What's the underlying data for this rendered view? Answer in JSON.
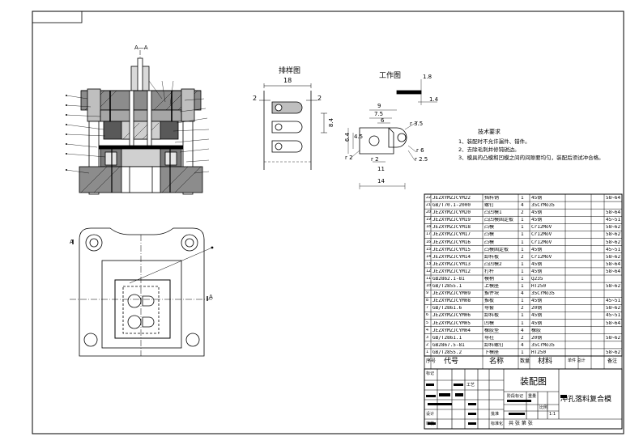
{
  "views": {
    "section_label": "A—A",
    "strip_title": "排样图",
    "part_title": "工作图"
  },
  "strip_dims": {
    "width": "18",
    "pitch": "8.4",
    "edge_left": "2",
    "edge_right": "2"
  },
  "part_dims": {
    "thickness": "1.8",
    "t2": "1.4",
    "w9": "9",
    "w75": "7.5",
    "w6": "6",
    "h45": "4.5",
    "h64": "6.4",
    "r2a": "r 2",
    "r2b": "r 2",
    "h11": "11",
    "w14": "14",
    "d35": "r 3.5",
    "d6": "r 6",
    "r25": "r 2.5"
  },
  "tech": {
    "title": "技术要求",
    "items": [
      "1、装配时不允许漏件、错件。",
      "2、去除毛刺并修钝锐边。",
      "3、模具的凸模和凹模之间的间隙要均匀，装配后须试冲合格。"
    ]
  },
  "plan_labels": {
    "a_left": "A",
    "a_right": "A"
  },
  "bom": [
    [
      "JEZXYMZJCYM22",
      "挡料销",
      "1",
      "45钢",
      "58~64"
    ],
    [
      "GB/T70.1-2000",
      "螺钉",
      "4",
      "35CrMo35",
      ""
    ],
    [
      "JEZXYMZJCYM20",
      "凸凹模1",
      "2",
      "45钢",
      "58~64"
    ],
    [
      "JEZXYMZJCYM19",
      "凸凹模固定板",
      "1",
      "45钢",
      "45~51"
    ],
    [
      "JEZXYMZJCYM18",
      "凸模",
      "1",
      "Cr12MoV",
      "58~62"
    ],
    [
      "JEZXYMZJCYM17",
      "凸模",
      "1",
      "Cr12MoV",
      "58~62"
    ],
    [
      "JEZXYMZJCYM16",
      "凸模",
      "1",
      "Cr12MoV",
      "58~62"
    ],
    [
      "JEZXYMZJCYM15",
      "凸模固定板",
      "1",
      "45钢",
      "45~51"
    ],
    [
      "JEZXYMZJCYM14",
      "卸料板",
      "2",
      "Cr12MoV",
      "58~62"
    ],
    [
      "JEZXYMZJCYM13",
      "凸凹模2",
      "1",
      "45钢",
      "58~64"
    ],
    [
      "JEZXYMZJCYM12",
      "打杆",
      "1",
      "45钢",
      "58~64"
    ],
    [
      "GB2862.1-81",
      "模柄",
      "1",
      "Q235",
      ""
    ],
    [
      "GB/T2855.1",
      "上模座",
      "1",
      "HT250",
      "58~62"
    ],
    [
      "JEZXYMZJCYM09",
      "推件块",
      "4",
      "35CrMo35",
      ""
    ],
    [
      "JEZXYMZJCYM08",
      "推板",
      "1",
      "45钢",
      "45~51"
    ],
    [
      "GB/T2861.6",
      "导套",
      "2",
      "20钢",
      "58~62"
    ],
    [
      "JEZXYMZJCYM06",
      "卸料板",
      "1",
      "45钢",
      "45~51"
    ],
    [
      "JEZXYMZJCYM05",
      "凹模",
      "1",
      "45钢",
      "58~64"
    ],
    [
      "JEZXYMZJCYM04",
      "橡胶垫",
      "4",
      "橡胶",
      ""
    ],
    [
      "GB/T2861.1",
      "导柱",
      "2",
      "20钢",
      "58~62"
    ],
    [
      "GB2867.5-81",
      "卸料螺钉",
      "4",
      "35CrMo35",
      ""
    ],
    [
      "GB/T2855.2",
      "下模座",
      "1",
      "HT250",
      "58~62"
    ]
  ],
  "bom_header": {
    "seq": "序号",
    "code": "代号",
    "name": "名称",
    "qty": "数量",
    "material": "材料",
    "weight": "单件 总计",
    "note": "备注"
  },
  "title_block": {
    "drawing": "装配图",
    "product": "冲孔落料复合模",
    "scale_label": "比例",
    "scale": "1:1",
    "sheet": "共 张 第 张",
    "row_labels": [
      "标记",
      "设计",
      "审核",
      "工艺"
    ],
    "stage_labels": [
      "阶段标记",
      "重量"
    ],
    "extra_labels": [
      "批准",
      "标准化"
    ]
  }
}
